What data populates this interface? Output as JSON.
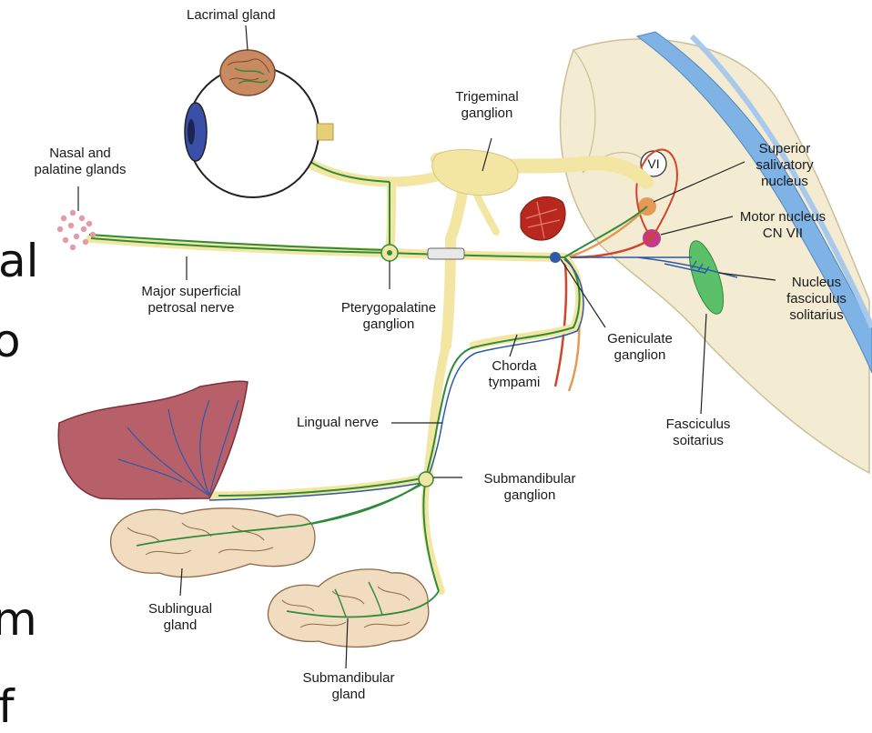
{
  "slide_fragments": {
    "line1": "al",
    "line2": "o",
    "line3": "m",
    "line4": "f"
  },
  "labels": {
    "lacrimal_gland": "Lacrimal gland",
    "trigeminal_ganglion": "Trigeminal ganglion",
    "superior_salivatory_nucleus": "Superior salivatory nucleus",
    "motor_nucleus": "Motor nucleus CN VII",
    "nucleus_fasciculus_solitarius": "Nucleus fasciculus solitarius",
    "nasal_palatine_glands": "Nasal and palatine glands",
    "major_superficial_petrosal_nerve": "Major superficial petrosal nerve",
    "pterygopalatine_ganglion": "Pterygopalatine ganglion",
    "geniculate_ganglion": "Geniculate ganglion",
    "chorda_tympani": "Chorda tympami",
    "fasciculus_solitarius": "Fasciculus soitarius",
    "lingual_nerve": "Lingual nerve",
    "submandibular_ganglion": "Submandibular ganglion",
    "sublingual_gland": "Sublingual gland",
    "submandibular_gland": "Submandibular gland",
    "cn_vi": "VI"
  },
  "colors": {
    "nerve_green": "#2e8b3a",
    "nerve_yellow": "#f3e6a2",
    "brainstem": "#f4ecd2",
    "csf_blue": "#7fb3e6",
    "tongue": "#b8606a",
    "gland": "#f1dcc0",
    "eye_iris": "#3a4fa8",
    "nucleus_pink": "#c23a8a",
    "nucleus_orange": "#e39a55",
    "red_nerve": "#d2452a"
  }
}
